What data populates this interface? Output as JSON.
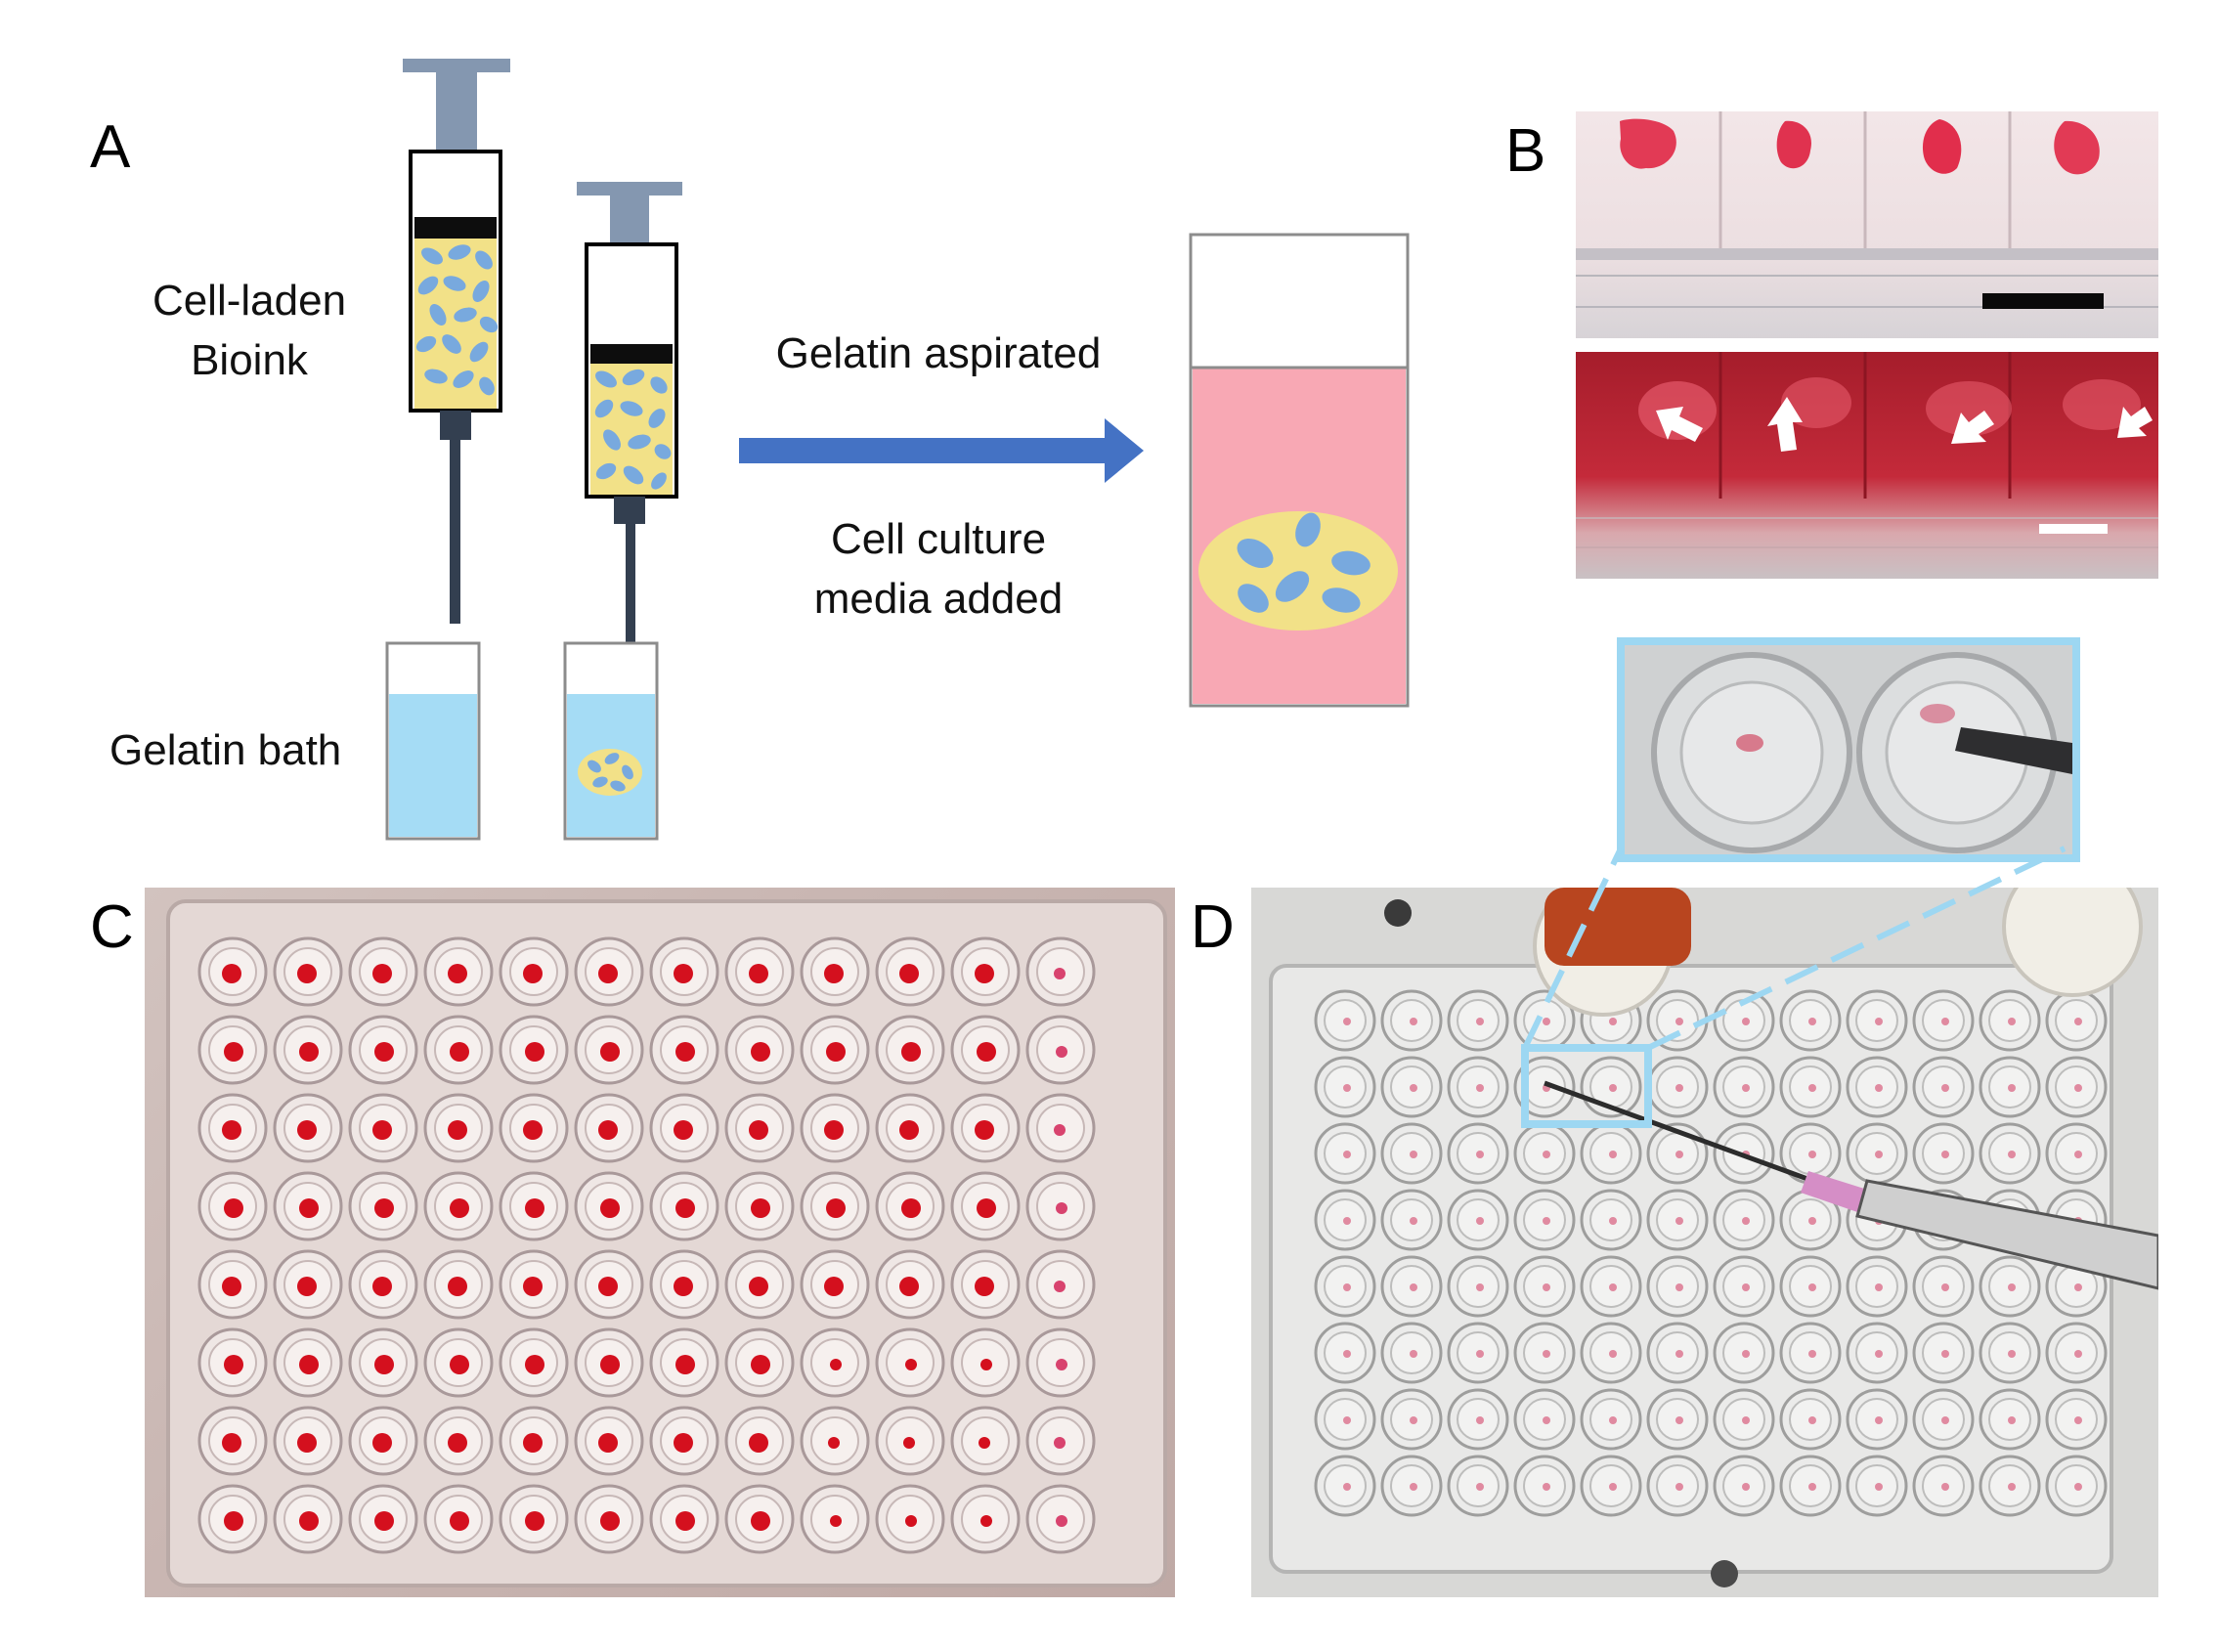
{
  "panels": {
    "a": "A",
    "b": "B",
    "c": "C",
    "d": "D"
  },
  "panel_a": {
    "bioink_label_line1": "Cell-laden",
    "bioink_label_line2": "Bioink",
    "bath_label": "Gelatin bath",
    "step1_label": "Gelatin aspirated",
    "step2_label_line1": "Cell culture",
    "step2_label_line2": "media added"
  },
  "colors": {
    "plunger": "#8497b0",
    "syringe_black": "#0d0d0d",
    "bioink_yellow": "#f2e188",
    "cell_blue": "#78a9de",
    "needle": "#333f50",
    "gelatin_blue": "#a5dcf5",
    "arrow_blue": "#4472c4",
    "media_pink": "#f8a8b4",
    "callout_blue": "#9dd7f2"
  }
}
